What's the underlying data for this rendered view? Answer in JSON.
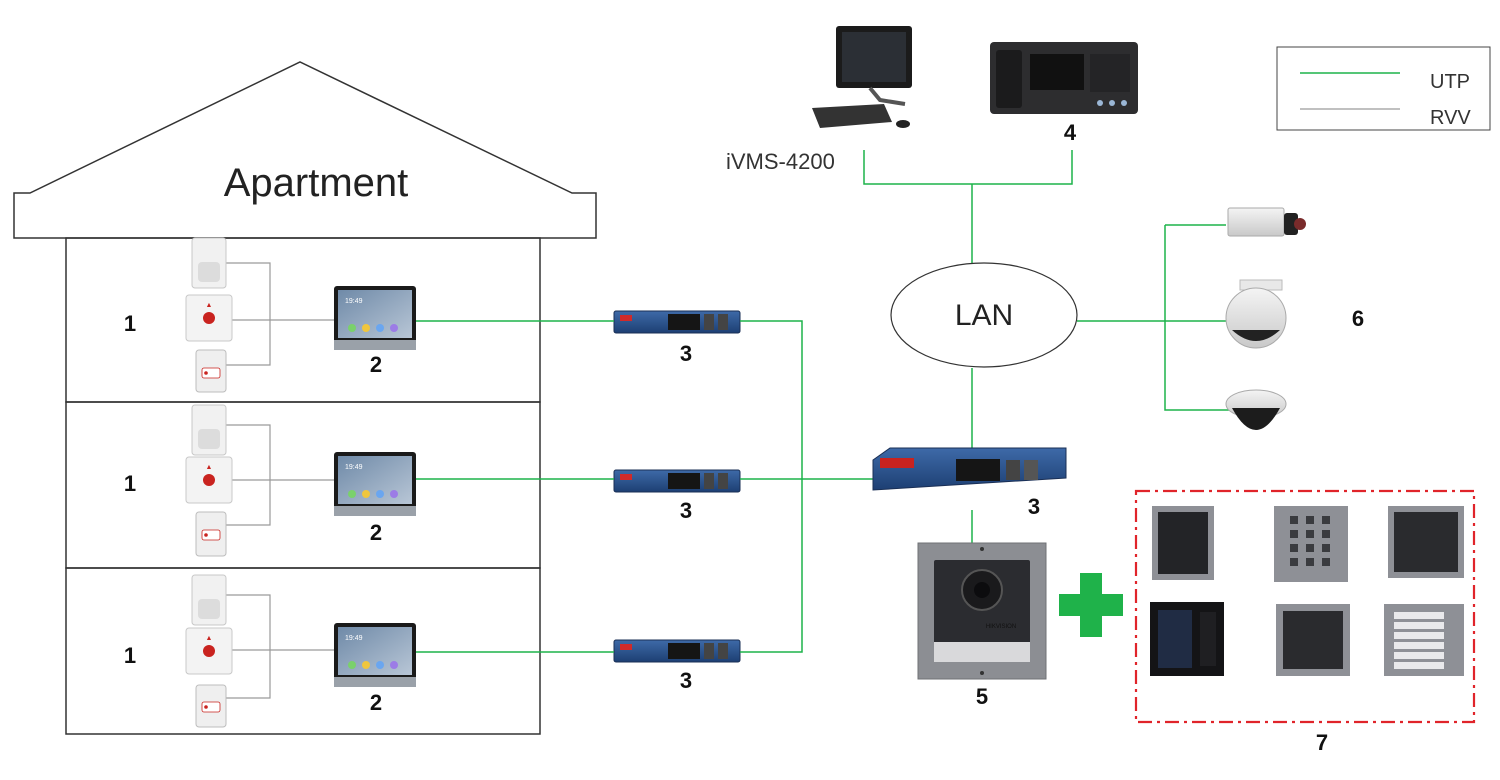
{
  "building": {
    "label": "Apartment"
  },
  "floors": [
    {
      "sensor_group_number": "1",
      "monitor_number": "2",
      "monitor_time": "19:49",
      "switch_number": "3"
    },
    {
      "sensor_group_number": "1",
      "monitor_number": "2",
      "monitor_time": "19:49",
      "switch_number": "3"
    },
    {
      "sensor_group_number": "1",
      "monitor_number": "2",
      "monitor_time": "19:49",
      "switch_number": "3"
    }
  ],
  "network": {
    "lan_label": "LAN",
    "software_label": "iVMS-4200",
    "master_station_number": "4",
    "main_switch_number": "3",
    "door_station_number": "5",
    "cameras_number": "6",
    "modules_number": "7",
    "door_station_brand": "HIKVISION"
  },
  "legend": {
    "items": [
      {
        "label": "UTP",
        "color": "#1db34a"
      },
      {
        "label": "RVV",
        "color": "#9a9a9a"
      }
    ]
  },
  "colors": {
    "utp": "#1db34a",
    "rvv": "#9a9a9a",
    "module_frame": "#e0242a",
    "plus": "#1fb24a"
  }
}
